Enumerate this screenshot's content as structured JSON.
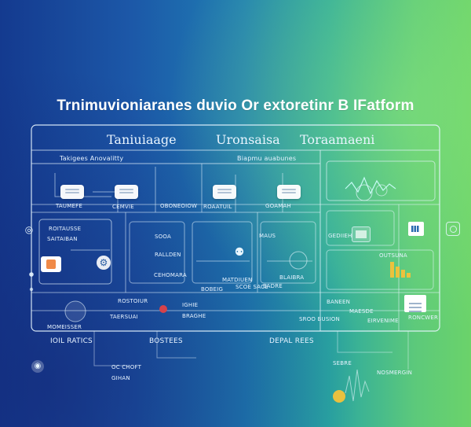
{
  "title": "Trnimuvioniaranes duvio Or extoretinr B IFatform",
  "headings": {
    "left": "Taniuiaage",
    "middle": "Uronsaisa",
    "right": "Toraamaeni"
  },
  "subheadings": {
    "left": "Takigees Anovalitty",
    "middle": "Biapmu auabunes"
  },
  "labels": {
    "l1": "TAUMEFE",
    "l2": "CEMVIE",
    "l3": "OBONEOIOW",
    "l4": "ROAATUIL",
    "l5": "GOAMAH",
    "l6": "ROITAUSSE",
    "l7": "SAITAIBAN",
    "l8": "RALLDEN",
    "l9": "SOOA",
    "l10": "MAUS",
    "l11": "MATDIUEN",
    "l12": "BLAIBRA",
    "l13": "ROSTOIUR",
    "l14": "TAERSUAI",
    "l15": "IGHIE",
    "l16": "BRAGHE",
    "l17": "SROO BUSION",
    "l18": "BANEEN",
    "l19": "MAESDE",
    "l20": "RONCWER",
    "l21": "OUTSUNA",
    "l22": "GEDIIEH",
    "l23": "SCOE SACE",
    "l24": "CEHOMARA",
    "l25": "MOMEISSER",
    "l26": "BOBEIG",
    "l27": "EADRE",
    "l28": "EIRVENIME"
  },
  "bottom": {
    "left": "IOIL RATICS",
    "mid": "BOSTEES",
    "right": "DEPAL REES",
    "c1": "OC CHOFT",
    "c2": "GIHAN",
    "c3": "SEBRE",
    "c4": "NOSMERGIN"
  },
  "colors": {
    "accent_orange": "#f08a48",
    "accent_red": "#d7424a",
    "accent_yellow": "#f3c23a",
    "line": "#e8f6ff"
  },
  "icons": {
    "gear": "gear-icon",
    "chart": "chart-icon",
    "pie": "pie-icon",
    "database": "database-icon",
    "robot": "robot-icon"
  }
}
